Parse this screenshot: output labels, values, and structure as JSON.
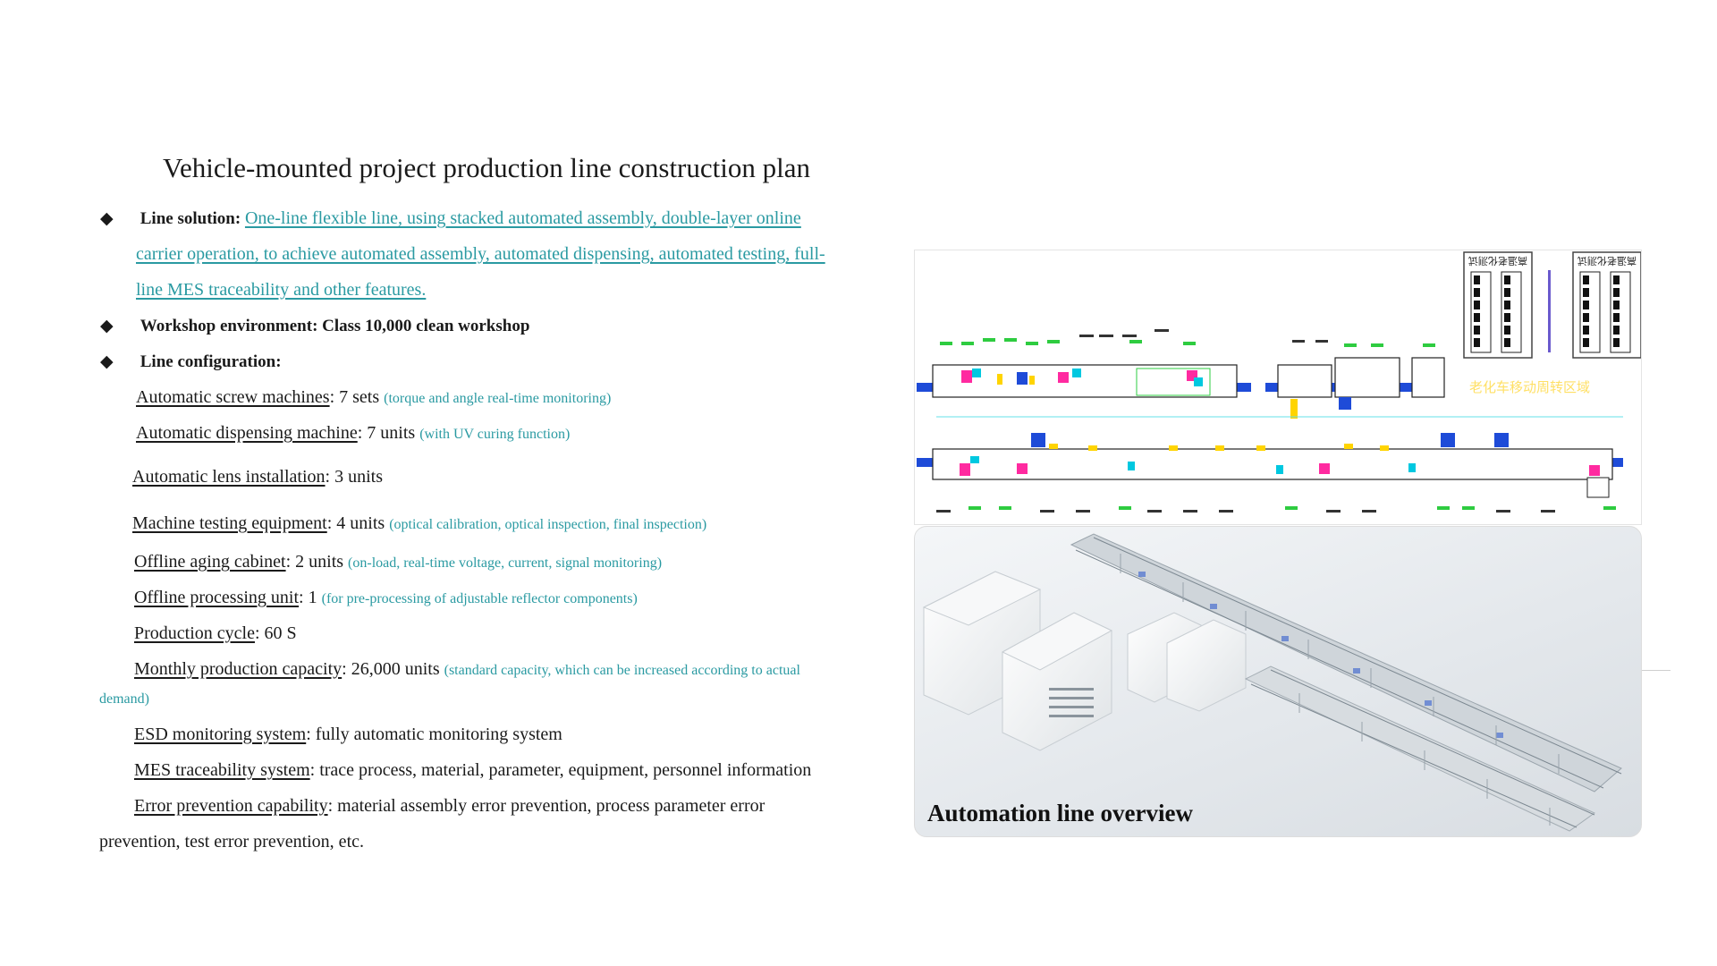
{
  "title": "Vehicle-mounted project production line construction plan",
  "line_solution": {
    "label": "Line solution:",
    "text_1": "One-line flexible line, using stacked automated assembly, double-layer online",
    "text_2": "carrier operation, to achieve automated assembly, automated dispensing, automated testing, full-",
    "text_3": "line MES traceability and other features."
  },
  "workshop": "Workshop environment: Class 10,000 clean workshop",
  "line_config_label": "Line configuration:",
  "config": [
    {
      "name": "Automatic screw machines",
      "value": ": 7 sets ",
      "note": "(torque and angle real-time monitoring)"
    },
    {
      "name": "Automatic dispensing machine",
      "value": ": 7 units ",
      "note": "(with UV curing function)"
    },
    {
      "name": "Automatic lens installation",
      "value": ":  3 units",
      "note": ""
    },
    {
      "name": "Machine testing equipment",
      "value": ": 4 units ",
      "note": "(optical calibration, optical inspection, final inspection)"
    },
    {
      "name": "Offline aging cabinet",
      "value": ": 2 units ",
      "note": "(on-load, real-time voltage, current, signal monitoring)"
    },
    {
      "name": "Offline processing unit",
      "value": ": 1 ",
      "note": "(for pre-processing of adjustable reflector components)"
    },
    {
      "name": "Production cycle",
      "value": ": 60 S",
      "note": ""
    },
    {
      "name": "Monthly production capacity",
      "value": ": 26,000  units ",
      "note": "(standard capacity, which can be increased according to actual"
    },
    {
      "name": "ESD monitoring system",
      "value": ": fully automatic monitoring system",
      "note": ""
    },
    {
      "name": "MES traceability  system",
      "value": ": trace process, material, parameter, equipment, personnel information",
      "note": ""
    },
    {
      "name": "Error prevention capability",
      "value": ":  material assembly error prevention, process parameter error",
      "note": ""
    }
  ],
  "capacity_wrap": "demand)",
  "error_wrap": "prevention, test error prevention, etc.",
  "layout_panel": {
    "aging_zone_text": "老化车移动周转区域",
    "cabinet_label": "高温老化测试"
  },
  "caption": "Automation line overview"
}
